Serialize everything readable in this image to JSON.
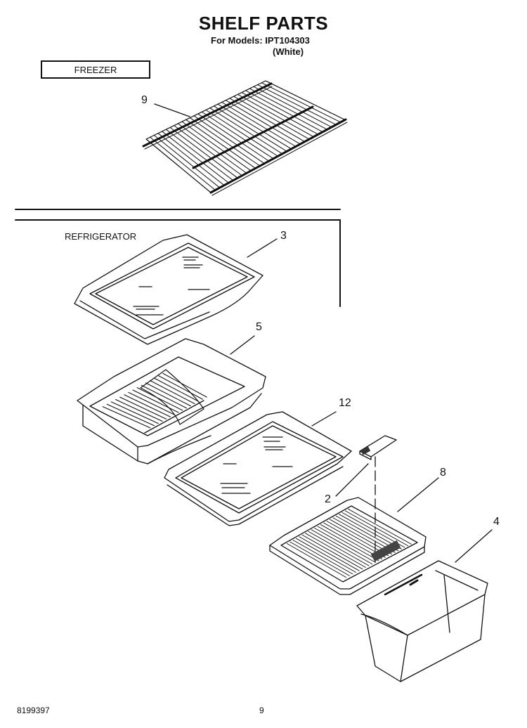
{
  "header": {
    "title": "SHELF PARTS",
    "models_line": "For Models: IPT104303",
    "color_line": "(White)"
  },
  "sections": {
    "freezer_label": "FREEZER",
    "refrigerator_label": "REFRIGERATOR"
  },
  "callouts": {
    "wire_shelf": "9",
    "glass_shelf_top": "3",
    "meat_pan": "5",
    "glass_shelf_mid": "12",
    "control_slide": "2",
    "crisper_cover": "8",
    "crisper_drawer": "4"
  },
  "footer": {
    "part_number": "8199397",
    "page_number": "9"
  }
}
